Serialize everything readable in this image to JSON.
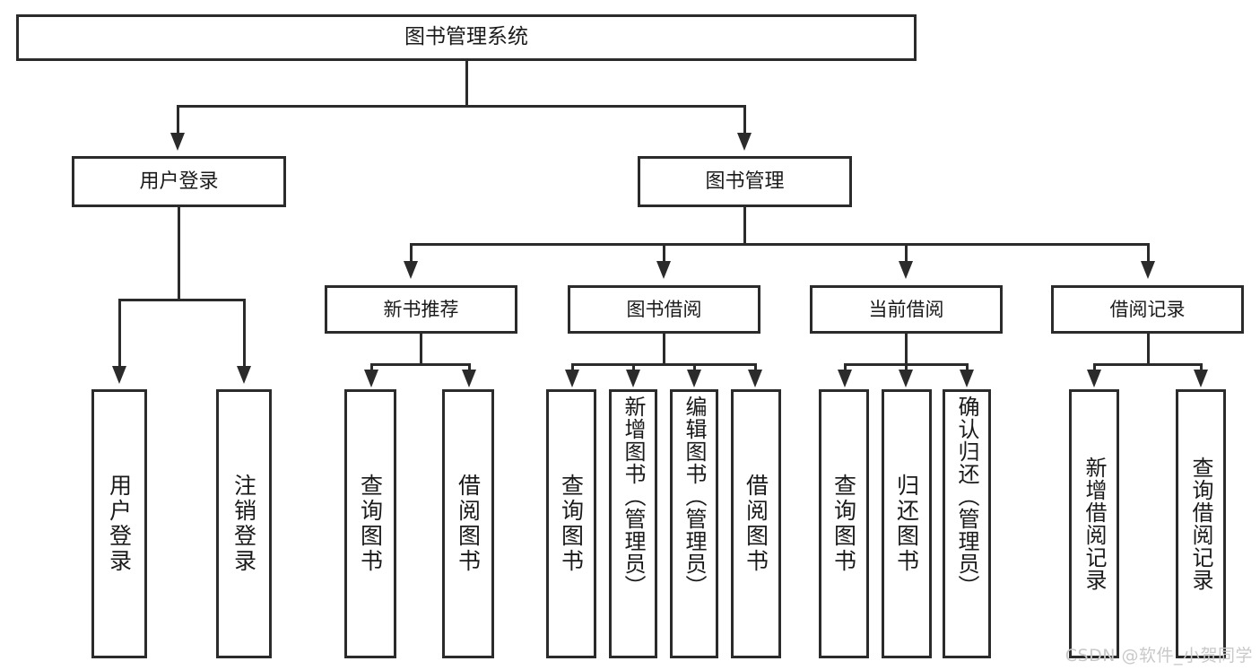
{
  "diagram": {
    "kind": "功能结构图",
    "root": {
      "label": "图书管理系统"
    },
    "level2": [
      {
        "label": "用户登录"
      },
      {
        "label": "图书管理"
      }
    ],
    "level3": [
      {
        "label": "新书推荐"
      },
      {
        "label": "图书借阅"
      },
      {
        "label": "当前借阅"
      },
      {
        "label": "借阅记录"
      }
    ],
    "leaves": {
      "user_login": [
        {
          "label": "用户登录"
        },
        {
          "label": "注销登录"
        }
      ],
      "new_book_recommend": [
        {
          "label": "查询图书"
        },
        {
          "label": "借阅图书"
        }
      ],
      "book_borrow": [
        {
          "label": "查询图书"
        },
        {
          "label": "新增图书（管理员）"
        },
        {
          "label": "编辑图书（管理员）"
        },
        {
          "label": "借阅图书"
        }
      ],
      "current_borrow": [
        {
          "label": "查询图书"
        },
        {
          "label": "归还图书"
        },
        {
          "label": "确认归还（管理员）"
        }
      ],
      "borrow_record": [
        {
          "label": "新增借阅记录"
        },
        {
          "label": "查询借阅记录"
        }
      ]
    }
  },
  "watermark": {
    "text": "CSDN @软件_小贺同学"
  },
  "colors": {
    "stroke": "#2b2b2b",
    "fill": "#ffffff",
    "text": "#1a1a1a",
    "watermark": "#c9c9c9"
  }
}
